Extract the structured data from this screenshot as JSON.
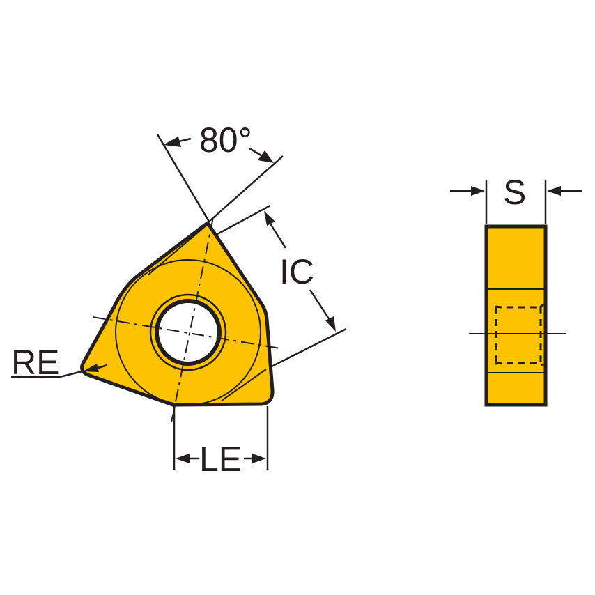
{
  "diagram": {
    "type": "cutting-insert-technical-drawing",
    "colors": {
      "insert_fill": "#fdc300",
      "line": "#231f20",
      "background": "#ffffff"
    },
    "top_view": {
      "shape": "trigon (W-type) insert with center hole",
      "labels": {
        "angle": "80°",
        "inscribed_circle": "IC",
        "corner_radius": "RE",
        "edge_length": "LE"
      }
    },
    "side_view": {
      "labels": {
        "thickness": "S"
      }
    }
  }
}
